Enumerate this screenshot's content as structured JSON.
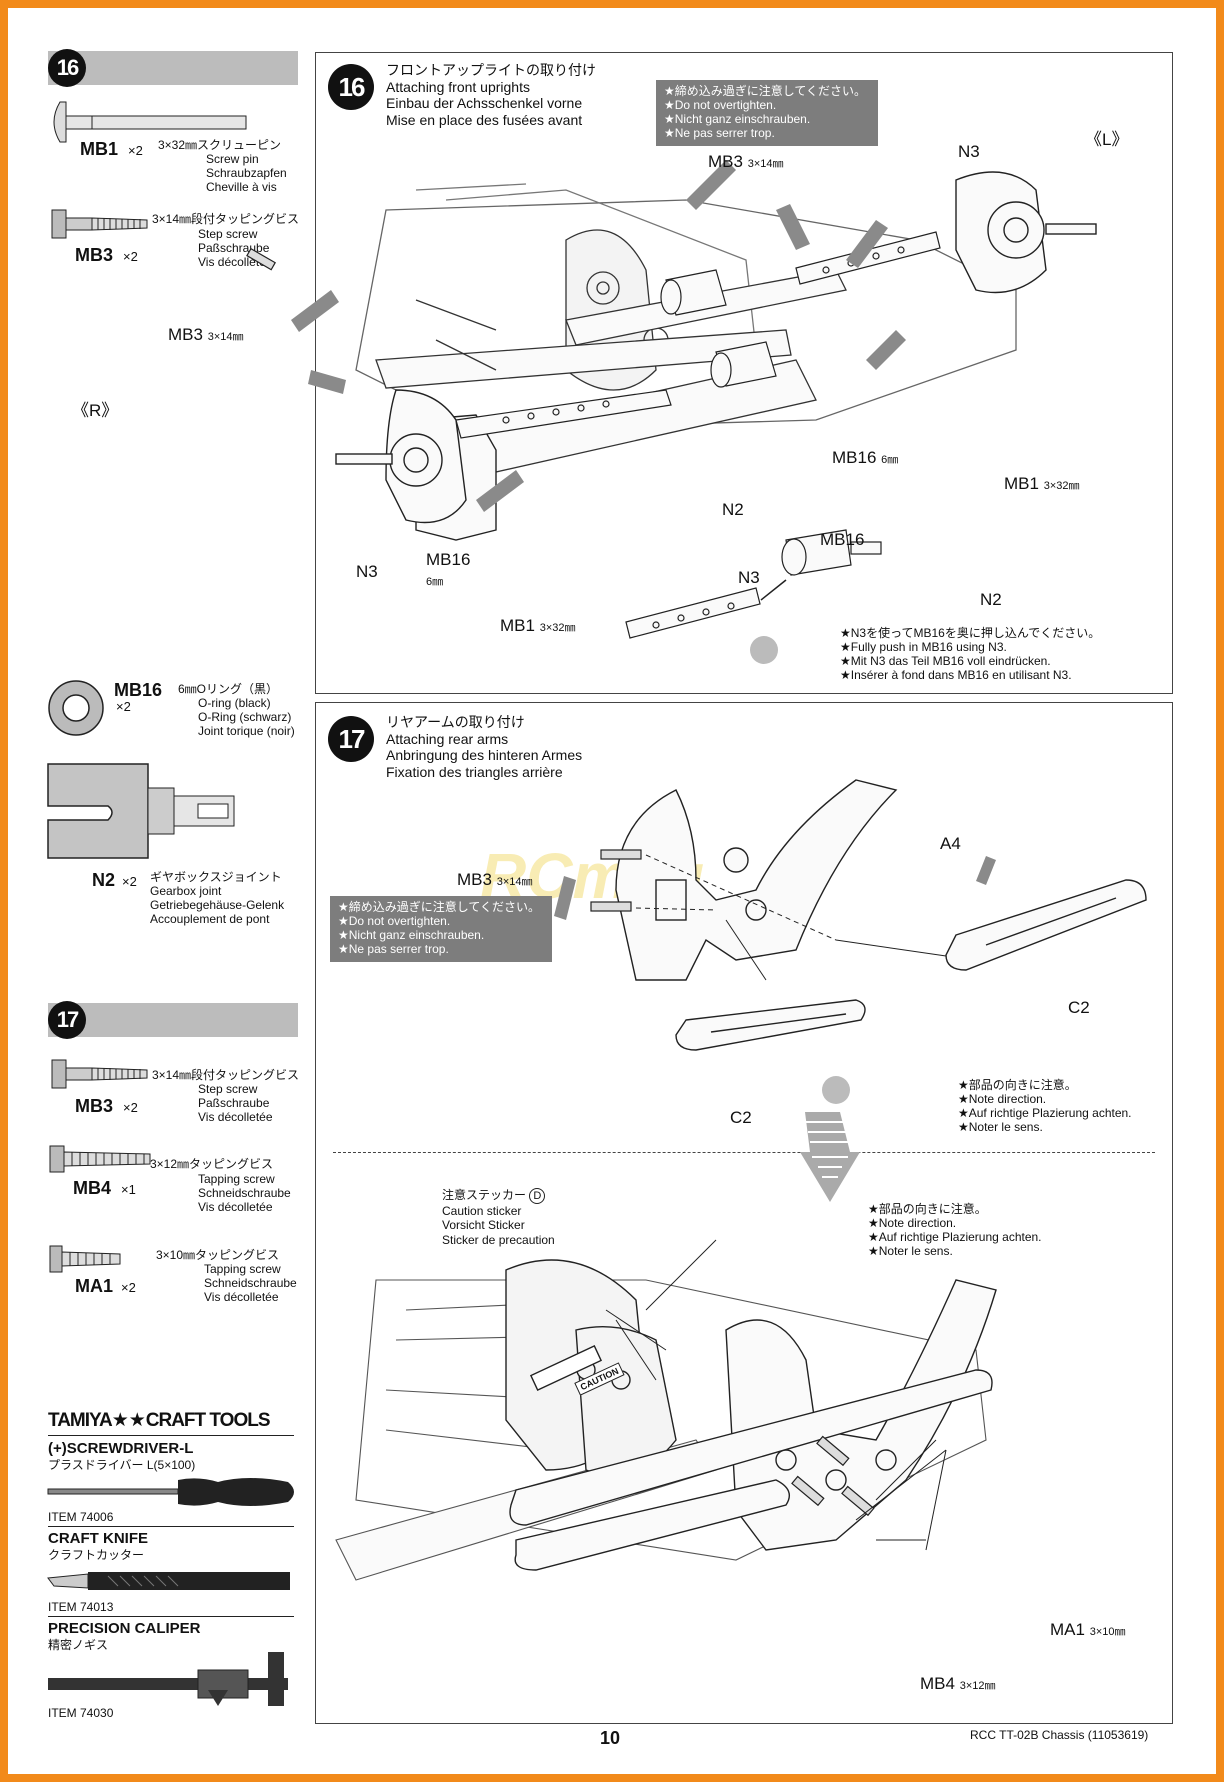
{
  "sidebar16": {
    "number": "16",
    "parts": [
      {
        "code": "MB1",
        "qty": "×2",
        "jp": "3×32㎜スクリューピン",
        "en": "Screw pin",
        "de": "Schraubzapfen",
        "fr": "Cheville à vis"
      },
      {
        "code": "MB3",
        "qty": "×2",
        "jp": "3×14㎜段付タッピングビス",
        "en": "Step screw",
        "de": "Paßschraube",
        "fr": "Vis décolletée"
      },
      {
        "code": "MB16",
        "qty": "×2",
        "jp": "6㎜Oリング（黒）",
        "en": "O-ring (black)",
        "de": "O-Ring (schwarz)",
        "fr": "Joint torique (noir)"
      },
      {
        "code": "N2",
        "qty": "×2",
        "jp": "ギヤボックスジョイント",
        "en": "Gearbox joint",
        "de": "Getriebegehäuse-Gelenk",
        "fr": "Accouplement de pont"
      }
    ]
  },
  "sidebar17": {
    "number": "17",
    "parts": [
      {
        "code": "MB3",
        "qty": "×2",
        "jp": "3×14㎜段付タッピングビス",
        "en": "Step screw",
        "de": "Paßschraube",
        "fr": "Vis décolletée"
      },
      {
        "code": "MB4",
        "qty": "×1",
        "jp": "3×12㎜タッピングビス",
        "en": "Tapping screw",
        "de": "Schneidschraube",
        "fr": "Vis décolletée"
      },
      {
        "code": "MA1",
        "qty": "×2",
        "jp": "3×10㎜タッピングビス",
        "en": "Tapping screw",
        "de": "Schneidschraube",
        "fr": "Vis décolletée"
      }
    ]
  },
  "tools": {
    "brand": "TAMIYA",
    "brand_suffix": "CRAFT TOOLS",
    "items": [
      {
        "name": "(+)SCREWDRIVER-L",
        "jp": "プラスドライバー L(5×100)",
        "item": "ITEM 74006"
      },
      {
        "name": "CRAFT KNIFE",
        "jp": "クラフトカッター",
        "item": "ITEM 74013"
      },
      {
        "name": "PRECISION CALIPER",
        "jp": "精密ノギス",
        "item": "ITEM 74030"
      }
    ]
  },
  "step16": {
    "number": "16",
    "title_jp": "フロントアップライトの取り付け",
    "title_en": "Attaching front uprights",
    "title_de": "Einbau der Achsschenkel vorne",
    "title_fr": "Mise en place des fusées avant",
    "warning": [
      "★締め込み過ぎに注意してください。",
      "★Do not overtighten.",
      "★Nicht ganz einschrauben.",
      "★Ne pas serrer trop."
    ],
    "labels": {
      "mb3_top": "MB3",
      "mb3_top_size": "3×14㎜",
      "mb3_left": "MB3",
      "mb3_left_size": "3×14㎜",
      "n3_top": "N3",
      "left_side": "《L》",
      "right_side": "《R》",
      "mb16_right": "MB16",
      "mb16_right_size": "6㎜",
      "mb1_right": "MB1",
      "mb1_right_size": "3×32㎜",
      "n2": "N2",
      "n3_left": "N3",
      "mb16_left": "MB16",
      "mb16_left_size": "6㎜",
      "mb1_left": "MB1",
      "mb1_left_size": "3×32㎜",
      "detail_mb16": "MB16",
      "detail_n3": "N3",
      "detail_n2": "N2"
    },
    "detail_note": [
      "★N3を使ってMB16を奥に押し込んでください。",
      "★Fully push in MB16 using N3.",
      "★Mit N3 das Teil MB16 voll eindrücken.",
      "★Insérer à fond dans MB16 en utilisant N3."
    ]
  },
  "step17": {
    "number": "17",
    "title_jp": "リヤアームの取り付け",
    "title_en": "Attaching rear arms",
    "title_de": "Anbringung des hinteren Armes",
    "title_fr": "Fixation des triangles arrière",
    "warning": [
      "★締め込み過ぎに注意してください。",
      "★Do not overtighten.",
      "★Nicht ganz einschrauben.",
      "★Ne pas serrer trop."
    ],
    "labels": {
      "mb3": "MB3",
      "mb3_size": "3×14㎜",
      "a4": "A4",
      "c2_right": "C2",
      "c2_left": "C2",
      "ma1": "MA1",
      "ma1_size": "3×10㎜",
      "mb4": "MB4",
      "mb4_size": "3×12㎜"
    },
    "direction_note": [
      "★部品の向きに注意。",
      "★Note direction.",
      "★Auf richtige Plazierung achten.",
      "★Noter le sens."
    ],
    "direction_note2": [
      "★部品の向きに注意。",
      "★Note direction.",
      "★Auf richtige Plazierung achten.",
      "★Noter le sens."
    ],
    "sticker": [
      "注意ステッカー",
      "Caution sticker",
      "Vorsicht Sticker",
      "Sticker de precaution"
    ],
    "sticker_letter": "D",
    "sticker_label": "CAUTION",
    "watermark": "RCmag"
  },
  "footer": {
    "page": "10",
    "model": "RCC TT-02B Chassis (11053619)"
  },
  "colors": {
    "border": "#f28a1a",
    "note_bg": "#7d7d7d",
    "sidebar_head": "#bcbcbc"
  }
}
